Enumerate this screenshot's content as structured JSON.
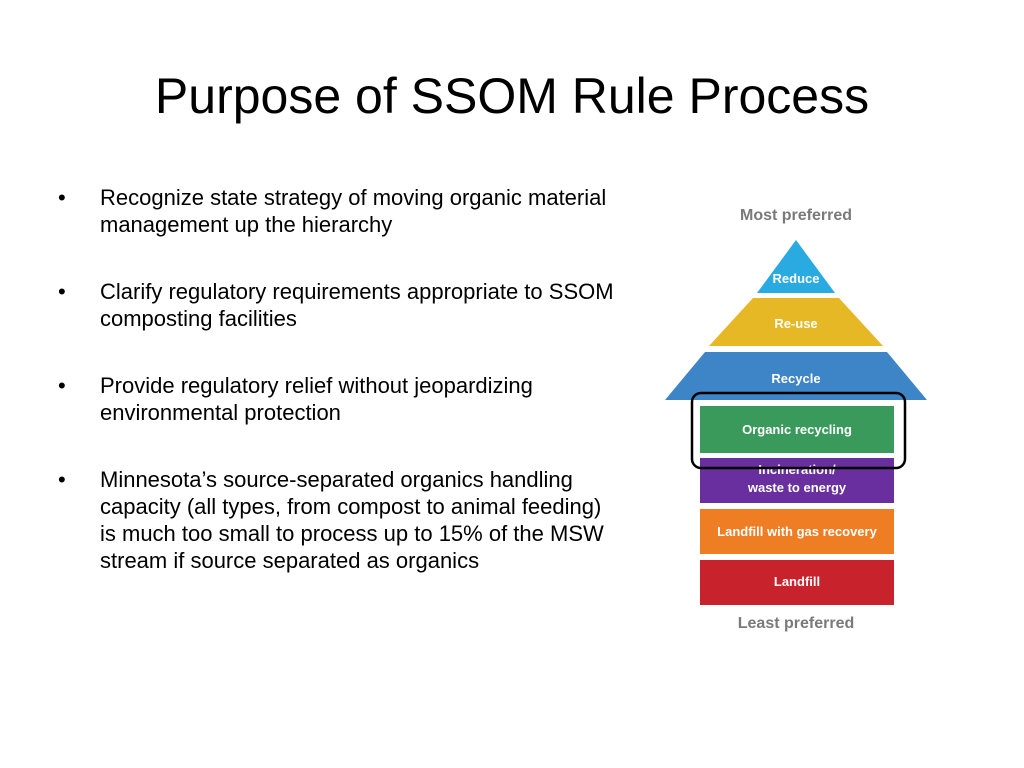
{
  "slide": {
    "title": "Purpose of SSOM Rule Process"
  },
  "bullets": [
    {
      "text": "Recognize state strategy of moving organic material management up the hierarchy"
    },
    {
      "text": "Clarify regulatory requirements appropriate to SSOM composting facilities"
    },
    {
      "text": "Provide regulatory relief without jeopardizing environmental protection"
    },
    {
      "text": "Minnesota’s source-separated organics handling capacity (all types, from compost to animal feeding) is much too small to process up to 15% of the MSW stream if source separated as organics"
    }
  ],
  "hierarchy": {
    "top_label": "Most preferred",
    "bottom_label": "Least preferred",
    "levels": [
      {
        "label": "Reduce",
        "color": "#29abe2"
      },
      {
        "label": "Re-use",
        "color": "#e6b826"
      },
      {
        "label": "Recycle",
        "color": "#3d85c6"
      },
      {
        "label": "Organic recycling",
        "color": "#3a9a5b",
        "highlighted": true
      },
      {
        "label_line1": "Incineration/",
        "label_line2": "waste to energy",
        "color": "#6a2f9e"
      },
      {
        "label": "Landfill with gas recovery",
        "color": "#ef7d24"
      },
      {
        "label": "Landfill",
        "color": "#c8232c"
      }
    ],
    "highlight_color": "#000000",
    "label_color": "#7a7a7a"
  }
}
